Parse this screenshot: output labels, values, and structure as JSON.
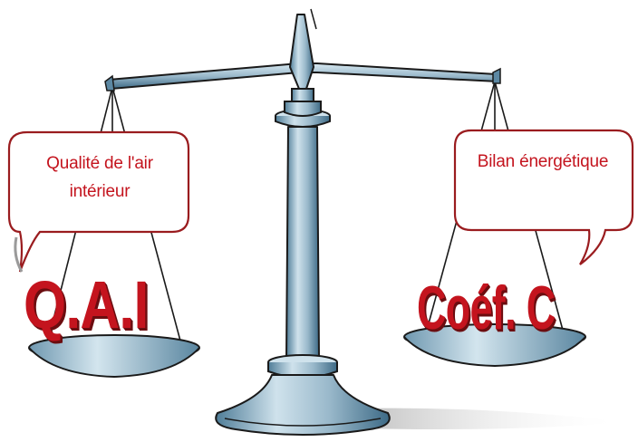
{
  "left_pan": {
    "bubble_text": "Qualité de l'air intérieur",
    "weight_label": "Q.A.I"
  },
  "right_pan": {
    "bubble_text": "Bilan énergétique",
    "weight_label": "Coéf. C"
  },
  "colors": {
    "text_red": "#c4141e",
    "bubble_border": "#9a1c1f",
    "metal_blue": "#9ab9cb",
    "metal_dark": "#3d6a86",
    "outline": "#1a1a1a",
    "shadow": "#c8c8c8"
  }
}
